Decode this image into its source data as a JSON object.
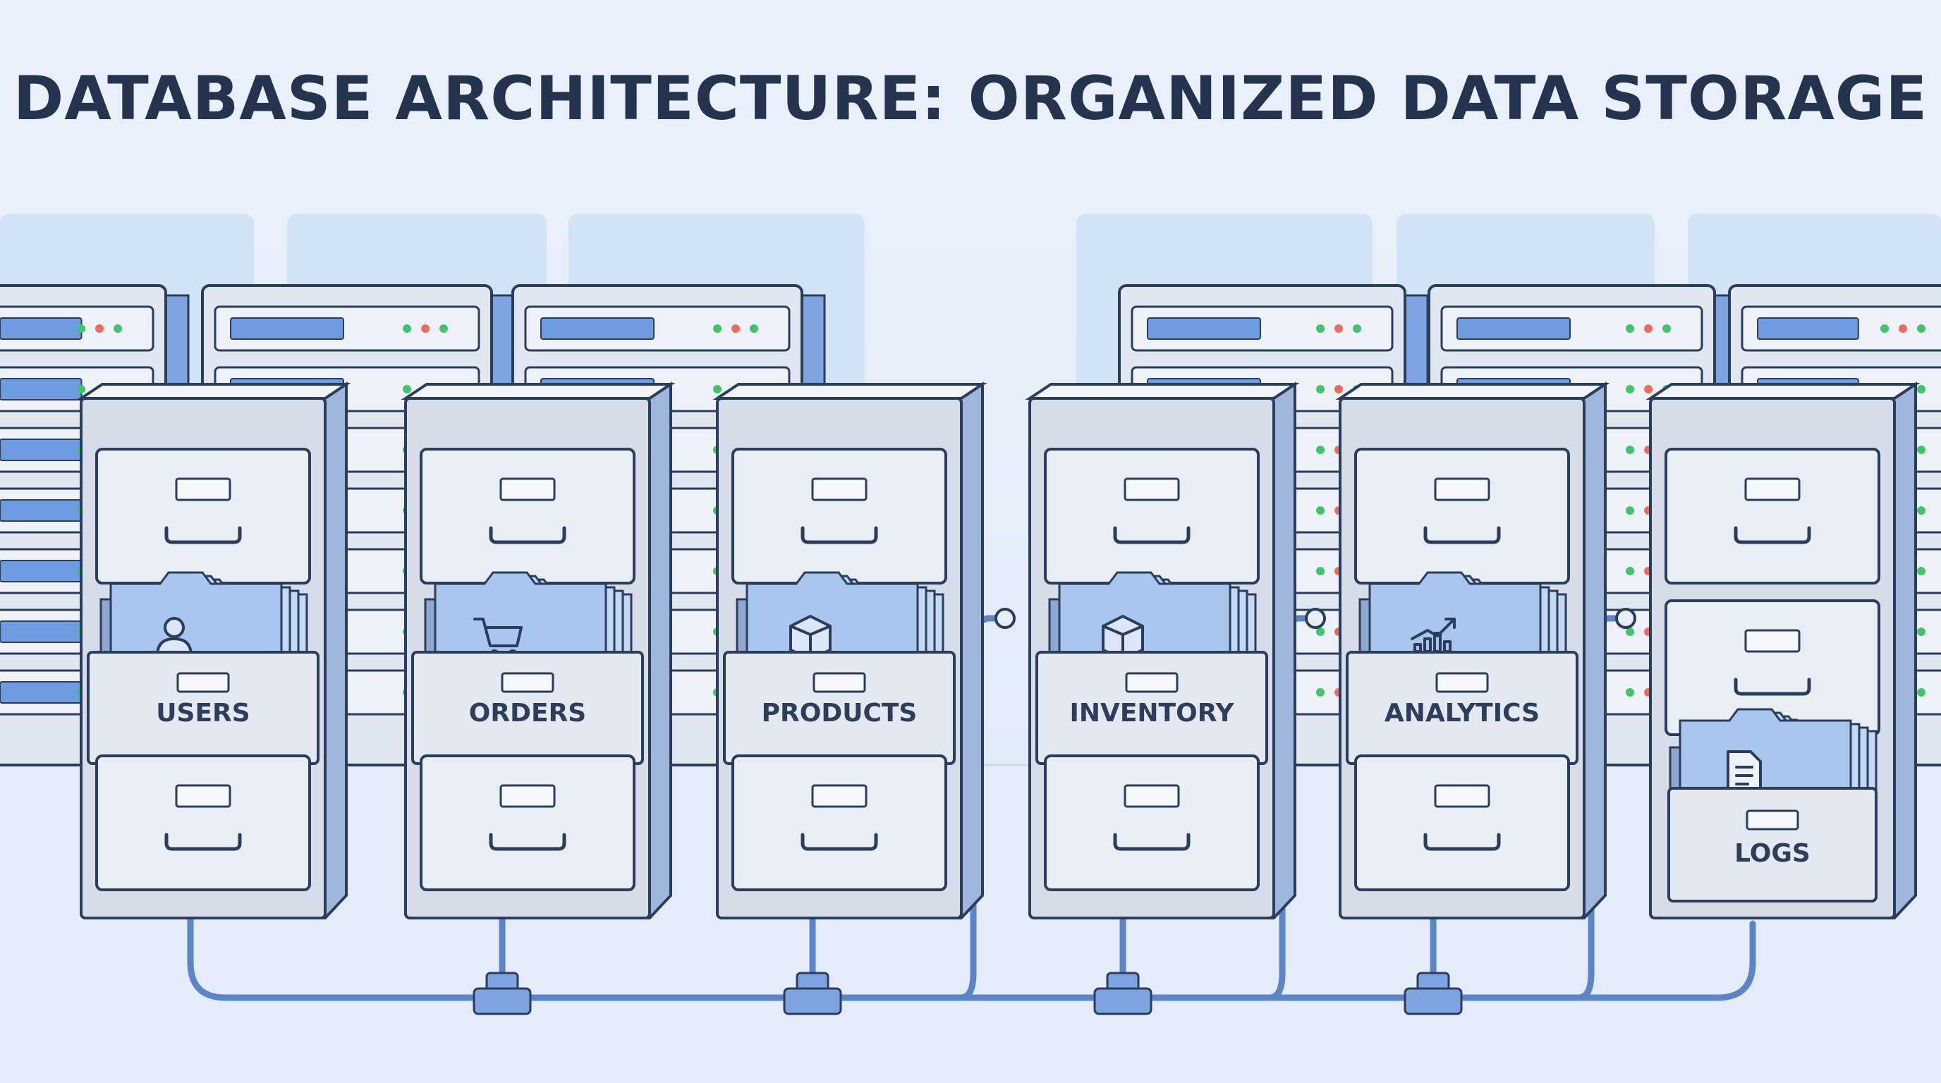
{
  "title": "DATABASE ARCHITECTURE: ORGANIZED DATA STORAGE",
  "cabinets": [
    {
      "label": "USERS",
      "icon": "user-icon"
    },
    {
      "label": "ORDERS",
      "icon": "cart-icon"
    },
    {
      "label": "PRODUCTS",
      "icon": "box-icon"
    },
    {
      "label": "INVENTORY",
      "icon": "package-icon"
    },
    {
      "label": "ANALYTICS",
      "icon": "chart-icon"
    },
    {
      "label": "LOGS",
      "icon": "document-icon"
    }
  ],
  "colors": {
    "background": "#e6eef9",
    "outline": "#2b3d5c",
    "cabinet": "#d7dde8",
    "pipe": "#5b85c6",
    "folder": "#a9c6ef",
    "server_panel": "#6f9be0",
    "led_green": "#3fc46a",
    "led_red": "#ef6a5a"
  }
}
